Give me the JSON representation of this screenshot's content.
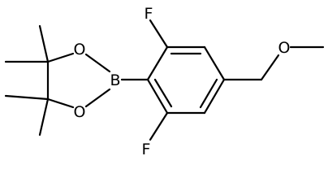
{
  "molecule": {
    "atoms": {
      "fluorine_top": "F",
      "fluorine_bottom": "F",
      "boron": "B",
      "oxygen_ring_top": "O",
      "oxygen_ring_bottom": "O",
      "oxygen_ether": "O"
    },
    "colors": {
      "bond": "#000000",
      "label": "#000000",
      "background": "#ffffff"
    }
  }
}
